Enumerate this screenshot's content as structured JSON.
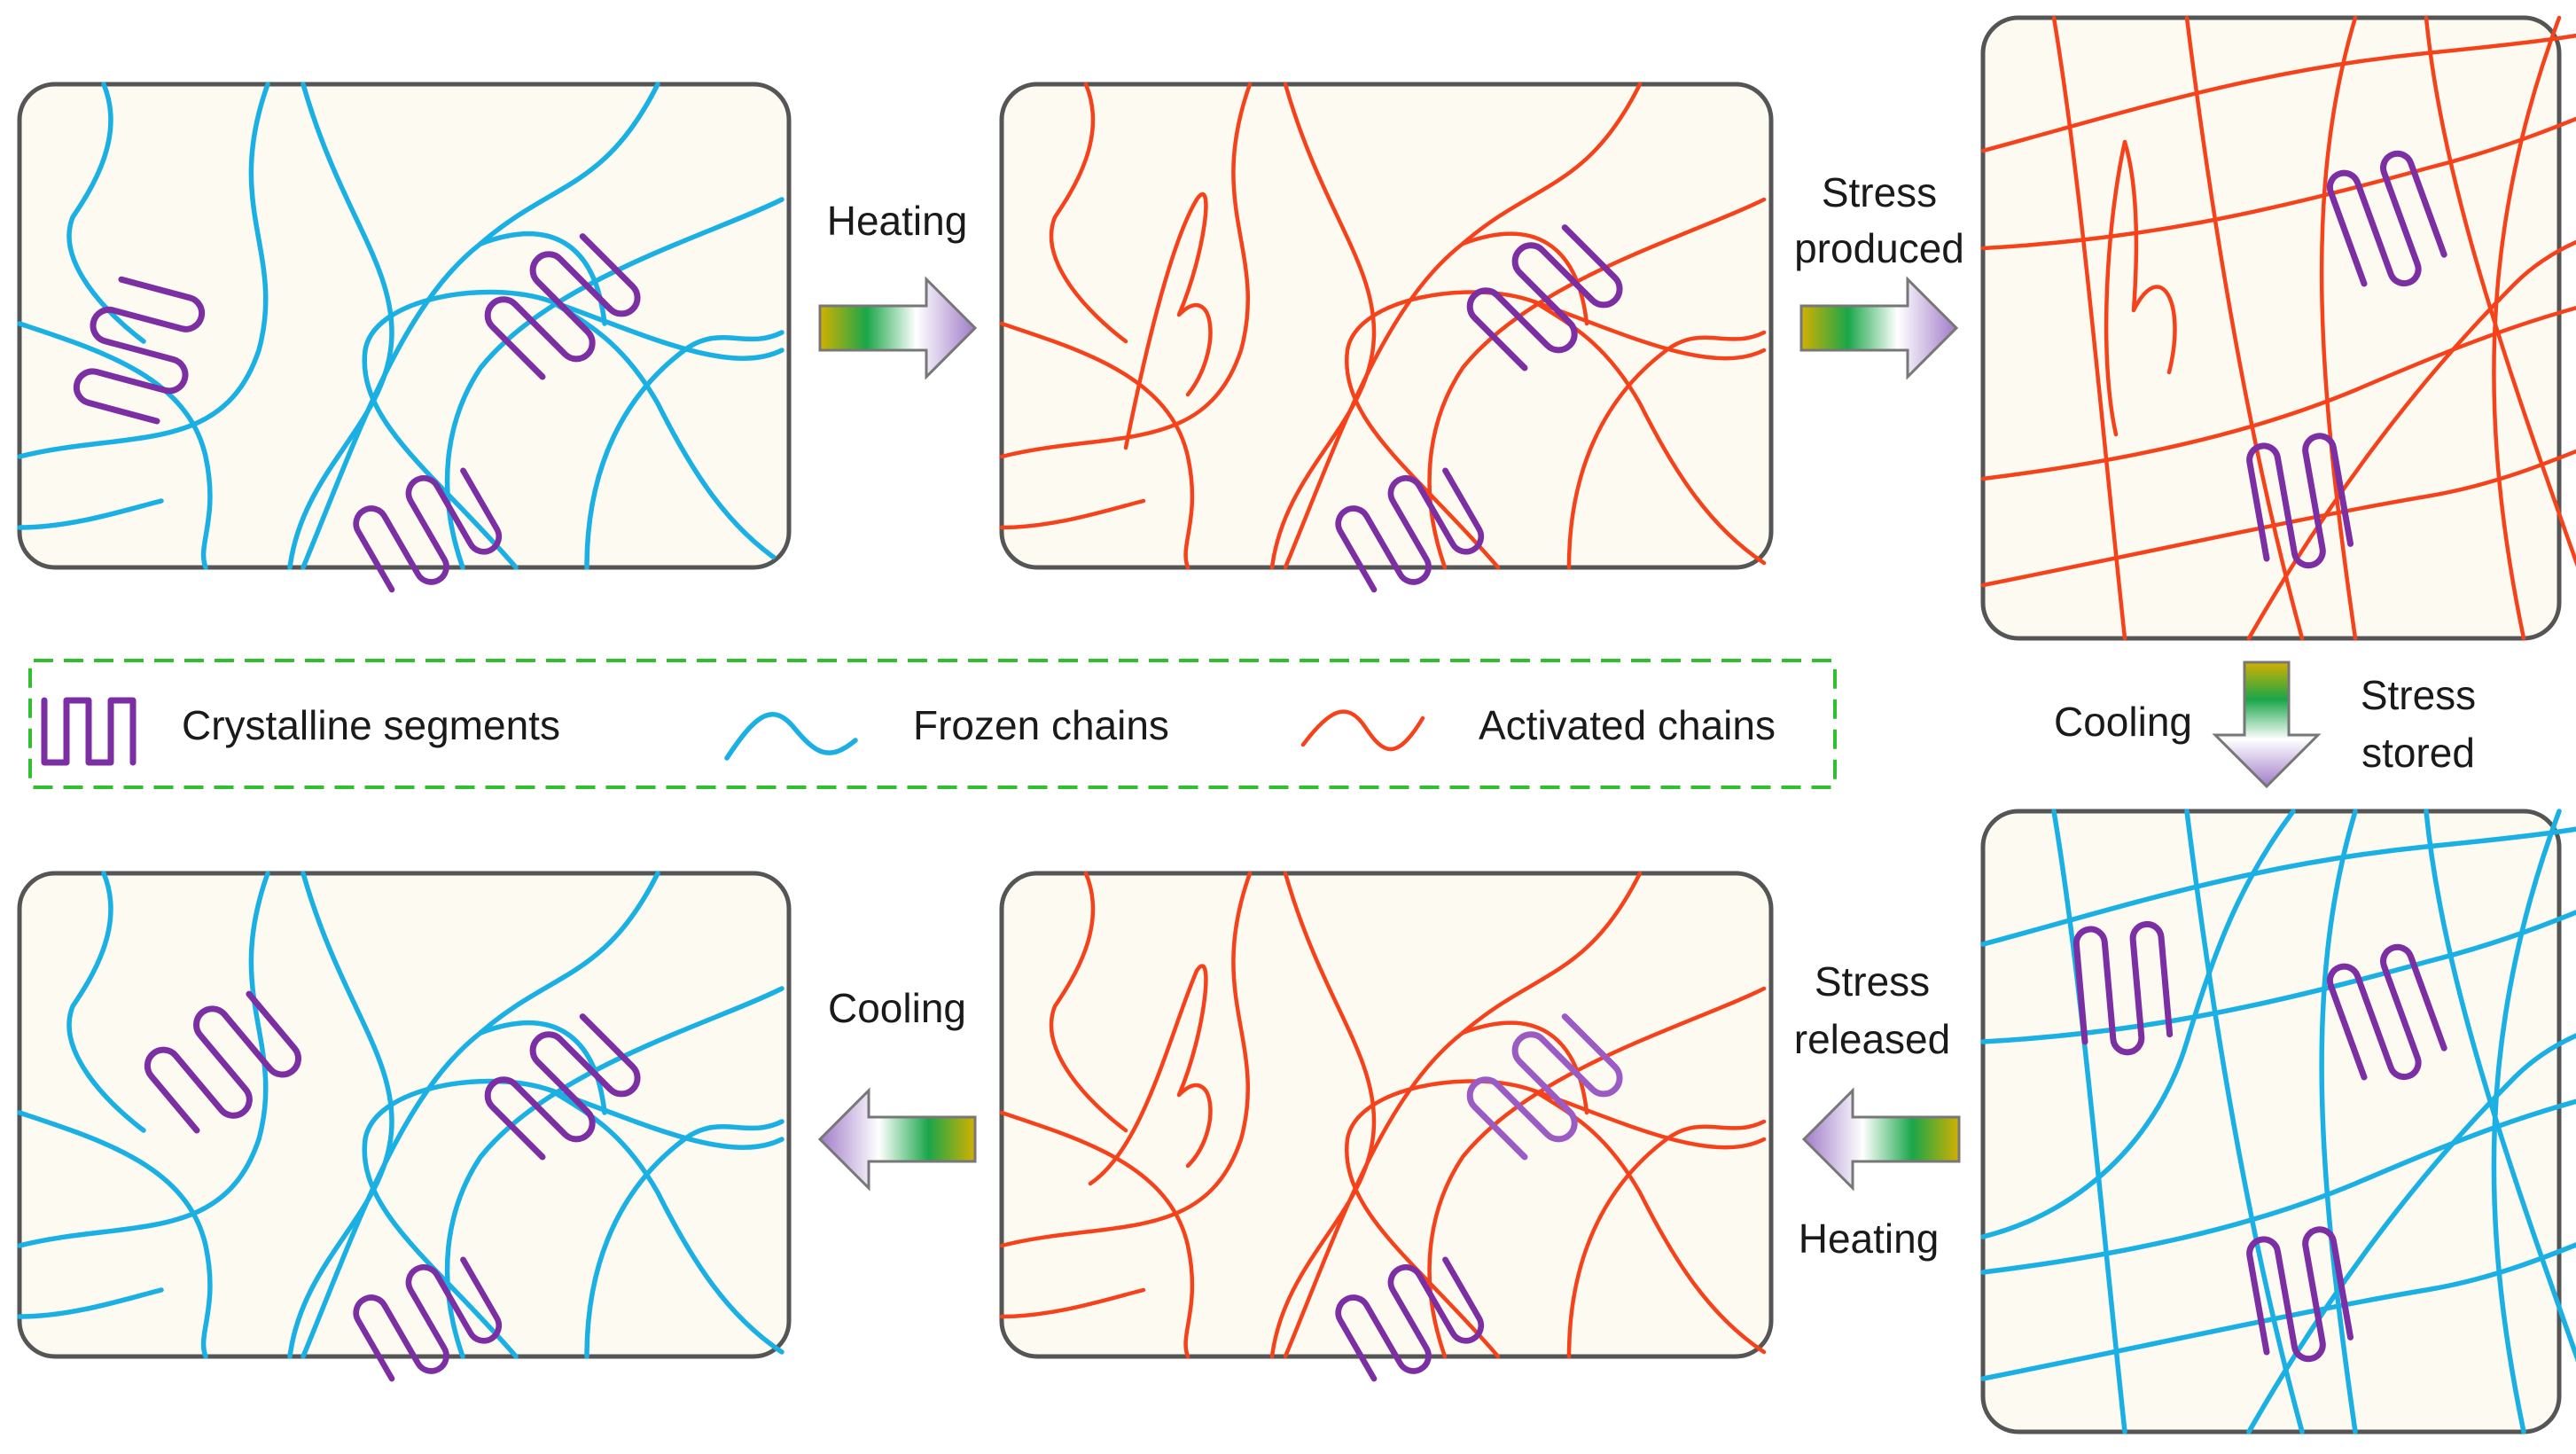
{
  "colors": {
    "panel_fill": "#fdfaf2",
    "panel_border": "#555555",
    "frozen_chain": "#1ab0e4",
    "activated_chain": "#f5421b",
    "crystalline": "#7c2ea3",
    "legend_border": "#2fbf2f",
    "arrow_gradient": [
      "#d4b000",
      "#1aa64a",
      "#ffffff",
      "#a07cc8"
    ]
  },
  "legend": {
    "crystalline": "Crystalline segments",
    "frozen": "Frozen chains",
    "activated": "Activated chains"
  },
  "steps": {
    "heating_1": "Heating",
    "stress_produced_1": "Stress",
    "stress_produced_2": "produced",
    "cooling_1": "Cooling",
    "stress_stored_1": "Stress",
    "stress_stored_2": "stored",
    "stress_released_1": "Stress",
    "stress_released_2": "released",
    "heating_2": "Heating",
    "cooling_2": "Cooling"
  },
  "panels": [
    {
      "id": "initial",
      "chains": "frozen"
    },
    {
      "id": "heated",
      "chains": "activated"
    },
    {
      "id": "deformed",
      "chains": "activated"
    },
    {
      "id": "fixed",
      "chains": "frozen"
    },
    {
      "id": "recovered-hot",
      "chains": "activated"
    },
    {
      "id": "recovered",
      "chains": "frozen"
    }
  ],
  "arrow_icons": [
    "arrow-right-icon",
    "arrow-right-icon",
    "arrow-down-icon",
    "arrow-left-icon",
    "arrow-left-icon"
  ]
}
